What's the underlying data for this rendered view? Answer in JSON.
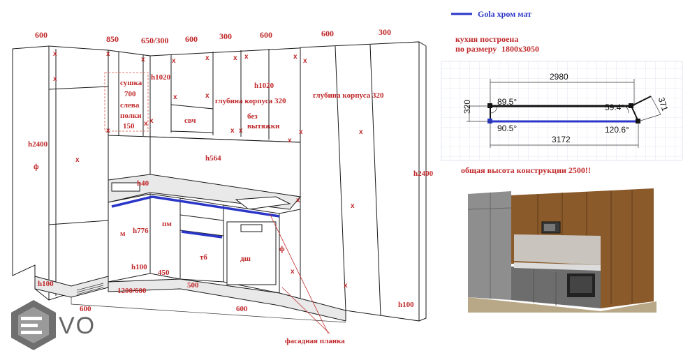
{
  "legend": {
    "label": "Gola хром мат",
    "color": "#2a36c8"
  },
  "notes": {
    "built_line1": "кухня построена",
    "built_prefix": "по размеру",
    "built_size": "1800х3050",
    "total_height": "общая высота конструкции 2500!!"
  },
  "plan": {
    "top_dim": "2980",
    "bottom_dim": "3172",
    "side_dim": "320",
    "diag_dim": "371",
    "angle_tl": "89.5°",
    "angle_bl": "90.5°",
    "angle_tr": "59.4°",
    "angle_br": "120.6°"
  },
  "widths_top": [
    "600",
    "850",
    "650/300",
    "600",
    "300",
    "600",
    "600",
    "300"
  ],
  "labels": {
    "h2400_left": "h2400",
    "phi_left": "ф",
    "dryer1": "сушка",
    "dryer2": "700",
    "dryer3": "слева",
    "dryer4": "полки",
    "dryer5": "150",
    "h1020_a": "h1020",
    "h1020_b": "h1020",
    "mw": "свч",
    "depth_a": "глубина корпуса 320",
    "depth_b": "глубина корпуса 320",
    "no_hood1": "без",
    "no_hood2": "вытяжки",
    "h564": "h564",
    "h40": "h40",
    "m": "м",
    "h776": "h776",
    "pm": "пм",
    "tb": "тб",
    "dsh": "дш",
    "phi_right": "ф",
    "h100_left": "h100",
    "h100_mid": "h100",
    "h100_right": "h100",
    "w450": "450",
    "w1200": "1200/600",
    "w500": "500",
    "w600_bl": "600",
    "w600_bm": "600",
    "h2400_right": "h2400",
    "facade_strip": "фасадная планка"
  },
  "logo": {
    "text": "VO"
  }
}
